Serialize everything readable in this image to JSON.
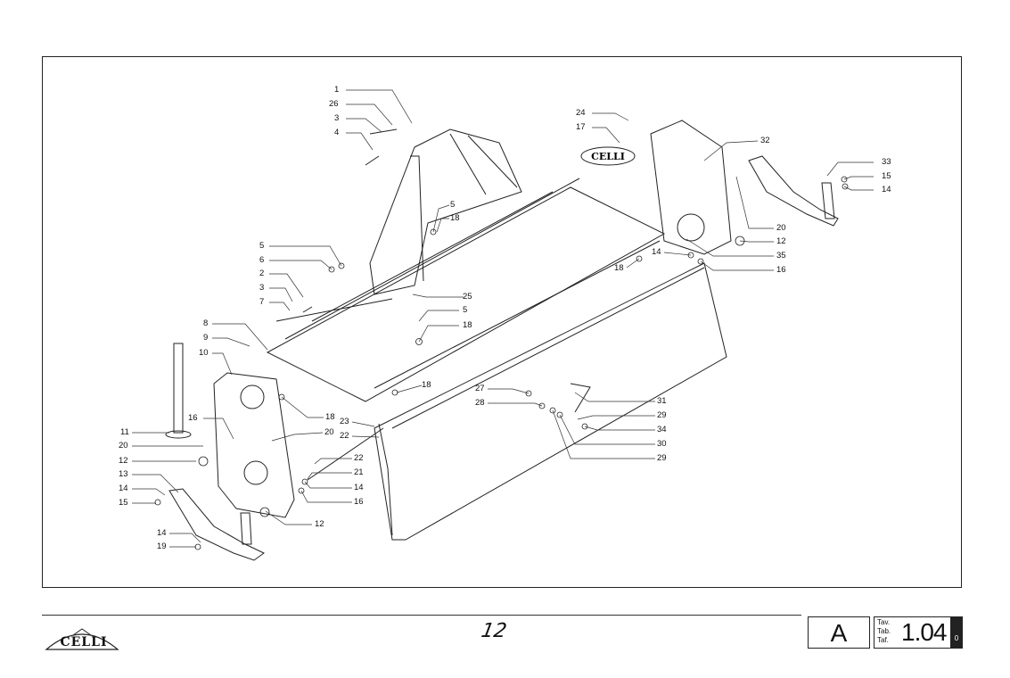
{
  "callouts": [
    {
      "id": "c1",
      "text": "1"
    },
    {
      "id": "c26",
      "text": "26"
    },
    {
      "id": "c3a",
      "text": "3"
    },
    {
      "id": "c4",
      "text": "4"
    },
    {
      "id": "c24",
      "text": "24"
    },
    {
      "id": "c17",
      "text": "17"
    },
    {
      "id": "c32",
      "text": "32"
    },
    {
      "id": "c33",
      "text": "33"
    },
    {
      "id": "c15a",
      "text": "15"
    },
    {
      "id": "c14a",
      "text": "14"
    },
    {
      "id": "c20a",
      "text": "20"
    },
    {
      "id": "c12a",
      "text": "12"
    },
    {
      "id": "c35",
      "text": "35"
    },
    {
      "id": "c14b",
      "text": "14"
    },
    {
      "id": "c16a",
      "text": "16"
    },
    {
      "id": "c18a",
      "text": "18"
    },
    {
      "id": "c5a",
      "text": "5"
    },
    {
      "id": "c18b",
      "text": "18"
    },
    {
      "id": "c5b",
      "text": "5"
    },
    {
      "id": "c6",
      "text": "6"
    },
    {
      "id": "c2",
      "text": "2"
    },
    {
      "id": "c3b",
      "text": "3"
    },
    {
      "id": "c7",
      "text": "7"
    },
    {
      "id": "c25",
      "text": "25"
    },
    {
      "id": "c5c",
      "text": "5"
    },
    {
      "id": "c18c",
      "text": "18"
    },
    {
      "id": "c8",
      "text": "8"
    },
    {
      "id": "c9",
      "text": "9"
    },
    {
      "id": "c10",
      "text": "10"
    },
    {
      "id": "c18d",
      "text": "18"
    },
    {
      "id": "c16b",
      "text": "16"
    },
    {
      "id": "c18e",
      "text": "18"
    },
    {
      "id": "c11",
      "text": "11"
    },
    {
      "id": "c20b",
      "text": "20"
    },
    {
      "id": "c20c",
      "text": "20"
    },
    {
      "id": "c12b",
      "text": "12"
    },
    {
      "id": "c13",
      "text": "13"
    },
    {
      "id": "c23",
      "text": "23"
    },
    {
      "id": "c22a",
      "text": "22"
    },
    {
      "id": "c22b",
      "text": "22"
    },
    {
      "id": "c21",
      "text": "21"
    },
    {
      "id": "c14c",
      "text": "14"
    },
    {
      "id": "c16c",
      "text": "16"
    },
    {
      "id": "c14d",
      "text": "14"
    },
    {
      "id": "c15b",
      "text": "15"
    },
    {
      "id": "c12c",
      "text": "12"
    },
    {
      "id": "c14e",
      "text": "14"
    },
    {
      "id": "c19",
      "text": "19"
    },
    {
      "id": "c27",
      "text": "27"
    },
    {
      "id": "c28",
      "text": "28"
    },
    {
      "id": "c31",
      "text": "31"
    },
    {
      "id": "c29a",
      "text": "29"
    },
    {
      "id": "c34",
      "text": "34"
    },
    {
      "id": "c30",
      "text": "30"
    },
    {
      "id": "c29b",
      "text": "29"
    }
  ],
  "decal_text": "CELLI",
  "footer": {
    "logo_text": "CELLI",
    "page_mark": "12",
    "section_letter": "A",
    "table_labels": [
      "Tav.",
      "Tab.",
      "Taf."
    ],
    "table_number": "1.04",
    "revision": "0"
  }
}
